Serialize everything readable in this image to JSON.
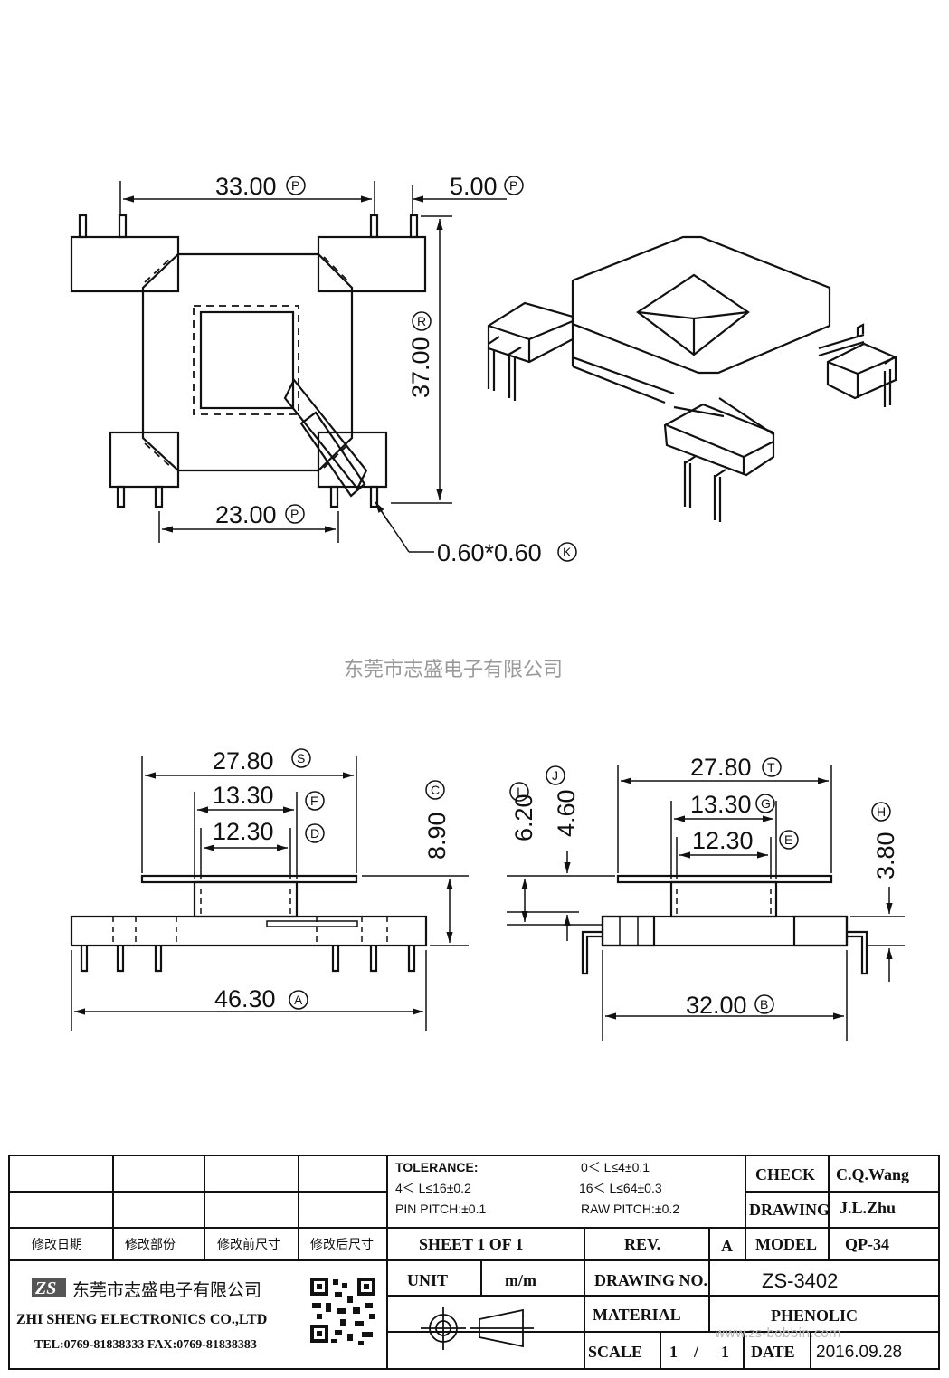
{
  "top_view": {
    "dim_width": "33.00",
    "dim_width_tag": "P",
    "dim_pin": "5.00",
    "dim_pin_tag": "P",
    "dim_height": "37.00",
    "dim_height_tag": "R",
    "dim_pitch": "23.00",
    "dim_pitch_tag": "P",
    "dim_pin_size": "0.60*0.60",
    "dim_pin_size_tag": "K"
  },
  "watermark": "东莞市志盛电子有限公司",
  "front_view": {
    "dim_top": "27.80",
    "dim_top_tag": "S",
    "dim_mid1": "13.30",
    "dim_mid1_tag": "F",
    "dim_mid2": "12.30",
    "dim_mid2_tag": "D",
    "dim_height": "8.90",
    "dim_height_tag": "C",
    "dim_base": "46.30",
    "dim_base_tag": "A"
  },
  "side_view": {
    "dim_h1": "6.20",
    "dim_h1_tag": "I",
    "dim_h2": "4.60",
    "dim_h2_tag": "J",
    "dim_top": "27.80",
    "dim_top_tag": "T",
    "dim_mid1": "13.30",
    "dim_mid1_tag": "G",
    "dim_mid2": "12.30",
    "dim_mid2_tag": "E",
    "dim_h3": "3.80",
    "dim_h3_tag": "H",
    "dim_base": "32.00",
    "dim_base_tag": "B"
  },
  "title_block": {
    "revision_headers": [
      "修改日期",
      "修改部份",
      "修改前尺寸",
      "修改后尺寸"
    ],
    "tolerance_label": "TOLERANCE:",
    "tol_1": "0＜ L≤4±0.1",
    "tol_2": "4＜ L≤16±0.2",
    "tol_3": "16＜ L≤64±0.3",
    "pin_pitch": "PIN PITCH:±0.1",
    "raw_pitch": "RAW PITCH:±0.2",
    "check_label": "CHECK",
    "check_value": "C.Q.Wang",
    "drawing_label": "DRAWING",
    "drawing_value": "J.L.Zhu",
    "sheet": "SHEET  1  OF  1",
    "rev_label": "REV.",
    "rev_value": "A",
    "model_label": "MODEL",
    "model_value": "QP-34",
    "company_cn": "东莞市志盛电子有限公司",
    "company_en": "ZHI SHENG  ELECTRONICS CO.,LTD",
    "company_tel": "TEL:0769-81838333 FAX:0769-81838383",
    "logo_text": "ZS",
    "unit_label": "UNIT",
    "unit_value": "m/m",
    "drawing_no_label": "DRAWING  NO.",
    "drawing_no_value": "ZS-3402",
    "material_label": "MATERIAL",
    "material_value": "PHENOLIC",
    "scale_label": "SCALE",
    "scale_1": "1",
    "scale_sep": "/",
    "scale_2": "1",
    "date_label": "DATE",
    "date_value": "2016.09.28",
    "url": "www.zs-bobbin.com"
  }
}
